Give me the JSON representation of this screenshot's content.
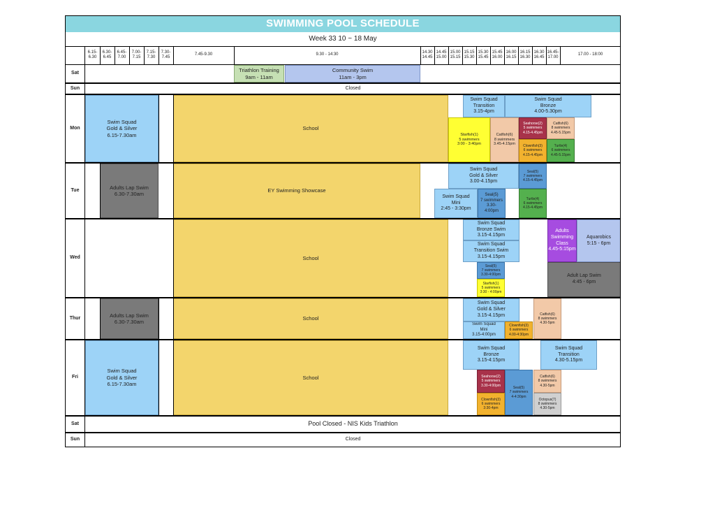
{
  "title": "SWIMMING POOL SCHEDULE",
  "week": "Week 33   10 ~ 18 May",
  "time_slots": [
    "6.15-\n6.30",
    "6.30-\n6.45",
    "6.45-\n7.00",
    "7.00-\n7.15",
    "7.15-\n7.30",
    "7.30-\n7.45",
    "7.45-9.30",
    "9.30 - 14:30",
    "14.30\n14.45",
    "14.45\n15.00",
    "15.00\n15.15",
    "15.15\n15.30",
    "15.30\n15.45",
    "15.45\n16.00",
    "16.00\n16.15",
    "16.15\n16.30",
    "16.30\n16.45",
    "16.45-\n17.00",
    "17.00 - 18:00"
  ],
  "days": {
    "sat1": "Sat",
    "sun1": "Sun",
    "mon": "Mon",
    "tue": "Tue",
    "wed": "Wed",
    "thu": "Thur",
    "fri": "Fri",
    "sat2": "Sat",
    "sun2": "Sun"
  },
  "colors": {
    "header": "#8ad6e0",
    "squad": "#9dd3f7",
    "school": "#f3d56c",
    "adults_lap": "#7a7a7a",
    "triathlon": "#c6e0b4",
    "community": "#b4c6ee"
  },
  "events": {
    "sat1_triathlon": "Triathlon Training\n9am - 11am",
    "sat1_community": "Community Swim\n11am - 3pm",
    "sun1_closed": "Closed",
    "mon_squad_gs": "Swim Squad\nGold & Silver\n6.15-7.30am",
    "mon_school": "School",
    "mon_squad_transition": "Swim Squad\nTransition\n3.15-4pm",
    "mon_squad_bronze": "Swim Squad\nBronze\n4.00-5.30pm",
    "mon_starfish": "Starfish(1)\n5 swimmers\n3:00 - 3:40pm",
    "mon_catfish1": "Catfish(6)\n8 swimmers\n3.45-4.15pm",
    "mon_seahorse": "Seahorse(2)\n5 swimmers\n4.15-4.45pm",
    "mon_catfish2": "Catfish(6)\n8 swimmers\n4.45-5.15pm",
    "mon_clownfish": "Clownfish(3)\n6 swimmers\n4.15-4.45pm",
    "mon_turtle": "Turtle(4)\n6 swimmers\n4.45-5.15pm",
    "tue_adults_lap": "Adults Lap Swim\n6.30-7.30am",
    "tue_showcase": "EY Swimming Showcase",
    "tue_squad_gs": "Swim Squad\nGold & Silver\n3.00-4.15pm",
    "tue_seal1": "Seal(5)\n7 swimmers\n4.15-4.45pm",
    "tue_squad_mini": "Swim Squad\nMini\n2:45 - 3:30pm",
    "tue_seal2": "Seal(5)\n7 swimmers\n3.30-\n4:00pm",
    "tue_turtle": "Turtle(4)\n6 swimmers\n4.15-4.45pm",
    "wed_school": "School",
    "wed_bronze": "Swim Squad\nBronze Swim\n3.15-4.15pm",
    "wed_transition": "Swim Squad\nTransition Swim\n3.15-4.15pm",
    "wed_seal": "Seal(5)\n7 swimmers\n3.30-4:00pm",
    "wed_starfish": "Starfish(1)\n5 swimmers\n3:30 - 4:00pm",
    "wed_adults_class": "Adults\nSwimming\nClass\n4.45-5:15pm",
    "wed_aquarobics": "Aquarobics\n5:15 - 6pm",
    "wed_adult_lap": "Adult Lap Swim\n4:45 - 6pm",
    "thu_adults_lap": "Adults Lap Swim\n6.30-7.30am",
    "thu_school": "School",
    "thu_squad_gs": "Swim Squad\nGold & Silver\n3.15-4.15pm",
    "thu_catfish": "Catfish(6)\n8 swimmers\n4.30-5pm",
    "thu_squad_mini": "Swim  Squad\nMini\n3.15-4:00pm",
    "thu_clownfish": "Clownfish(3)\n6 swimmers\n4.00-4:30pm",
    "fri_squad_gs": "Swim Squad\nGold & Silver\n6.15-7.30am",
    "fri_school": "School",
    "fri_bronze": "Swim Squad\nBronze\n3.15-4:15pm",
    "fri_transition": "Swim Squad\nTransition\n4.30-5.15pm",
    "fri_seahorse": "Seahorse(2)\n5 swimmers\n3.30-4:00pm",
    "fri_seal": "Seal(5)\n7 swimmers\n4-4:30pm",
    "fri_catfish": "Catfish(6)\n8 swimmers\n4.30-5pm",
    "fri_clownfish": "Clownfish(3)\n6 swimmers\n3:30-4pm",
    "fri_octopus": "Octopus(7)\n8 swimmers\n4.30-5pm",
    "sat2_closed": "Pool Closed - NIS Kids Triathlon",
    "sun2_closed": "Closed"
  }
}
